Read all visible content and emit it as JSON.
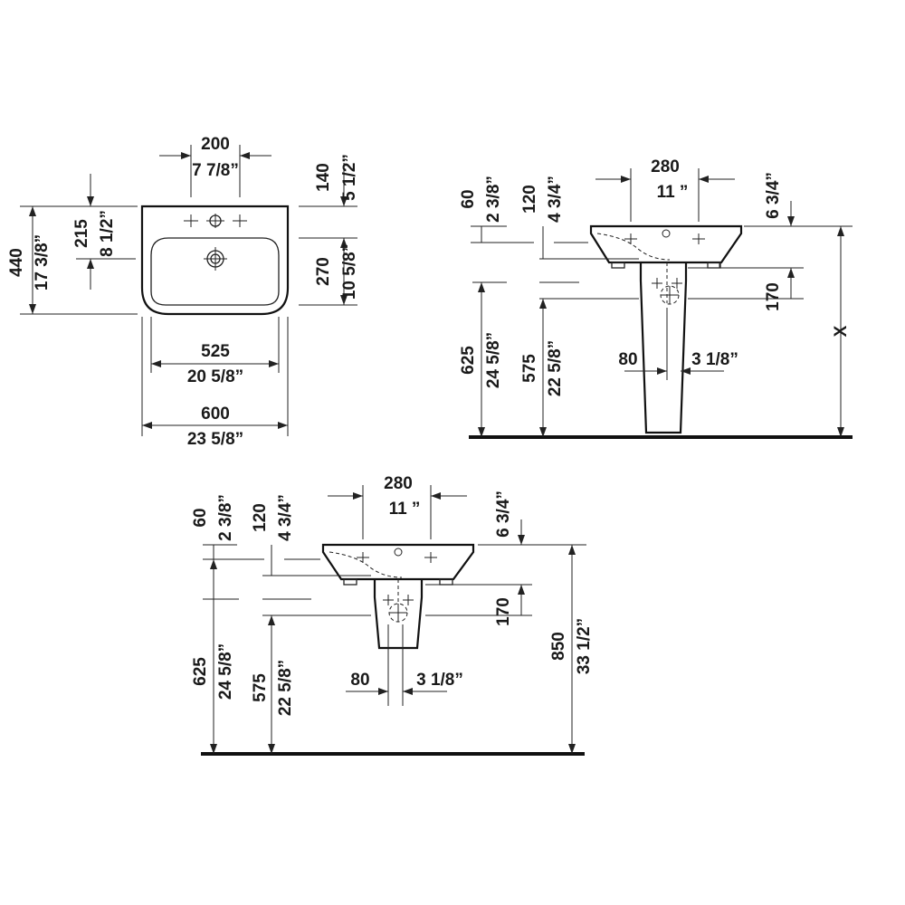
{
  "top_view": {
    "tap_spacing_mm": "200",
    "tap_spacing_in": "7 7/8”",
    "tap_offset_mm": "140",
    "tap_offset_in": "5 1/2”",
    "overall_depth_mm": "440",
    "overall_depth_in": "17 3/8”",
    "drain_offset_mm": "215",
    "drain_offset_in": "8 1/2”",
    "bowl_depth_mm": "270",
    "bowl_depth_in": "10 5/8”",
    "bowl_width_mm": "525",
    "bowl_width_in": "20 5/8”",
    "overall_width_mm": "600",
    "overall_width_in": "23 5/8”"
  },
  "pedestal_view": {
    "fixing_spacing_mm": "280",
    "fixing_spacing_in": "11 ”",
    "rim_thickness_mm": "60",
    "rim_thickness_in": "2 3/8”",
    "inlet_depth_mm": "120",
    "inlet_depth_in": "4 3/4”",
    "wall_offset_in": "6 3/4”",
    "trap_height_mm": "170",
    "bracket_height_mm": "625",
    "bracket_height_in": "24 5/8”",
    "outlet_height_mm": "575",
    "outlet_height_in": "22 5/8”",
    "outlet_offset_mm": "80",
    "outlet_offset_in": "3 1/8”",
    "rim_height_label": "X"
  },
  "semi_pedestal_view": {
    "fixing_spacing_mm": "280",
    "fixing_spacing_in": "11 ”",
    "rim_thickness_mm": "60",
    "rim_thickness_in": "2 3/8”",
    "inlet_depth_mm": "120",
    "inlet_depth_in": "4 3/4”",
    "wall_offset_in": "6 3/4”",
    "trap_height_mm": "170",
    "bracket_height_mm": "625",
    "bracket_height_in": "24 5/8”",
    "outlet_height_mm": "575",
    "outlet_height_in": "22 5/8”",
    "outlet_offset_mm": "80",
    "outlet_offset_in": "3 1/8”",
    "rim_height_mm": "850",
    "rim_height_in": "33 1/2”"
  }
}
